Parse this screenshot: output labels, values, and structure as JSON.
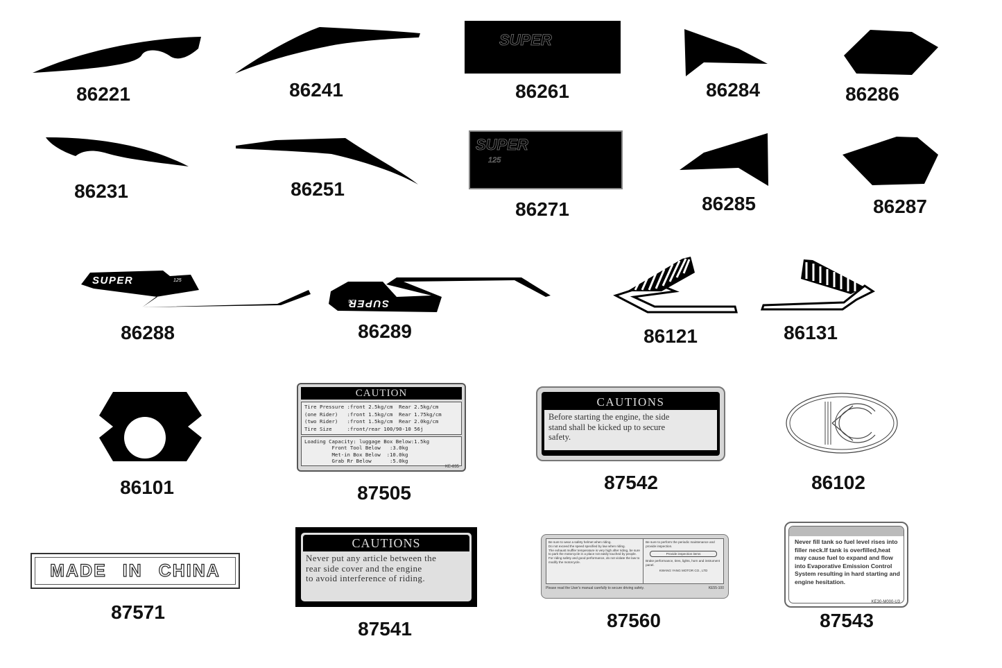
{
  "parts": {
    "p86221": "86221",
    "p86241": "86241",
    "p86261": "86261",
    "p86284": "86284",
    "p86286": "86286",
    "p86231": "86231",
    "p86251": "86251",
    "p86271": "86271",
    "p86285": "86285",
    "p86287": "86287",
    "p86288": "86288",
    "p86289": "86289",
    "p86121": "86121",
    "p86131": "86131",
    "p86101": "86101",
    "p87505": "87505",
    "p87542": "87542",
    "p86102": "86102",
    "p87571": "87571",
    "p87541": "87541",
    "p87560": "87560",
    "p87543": "87543"
  },
  "decals": {
    "super_text": "SUPER",
    "size_text": "125"
  },
  "label_87505": {
    "title": "CAUTION",
    "rows": [
      "Tire Pressure :front 2.5kg/cm  Rear 2.5kg/cm",
      "(one Rider)   :front 1.5kg/cm  Rear 1.75kg/cm",
      "(two Rider)   :front 1.5kg/cm  Rear 2.0kg/cm",
      "Tire Size     :front/rear 100/90-10 56j"
    ],
    "load_rows": [
      "Loading Capacity: luggage Box Below:1.5kg",
      "         Front Tool Below   :3.0kg",
      "         Met-in Box Below  :10.0kg",
      "         Grab Rr Below      :5.0kg"
    ],
    "code": "KE-835"
  },
  "label_87542": {
    "title": "CAUTIONS",
    "lines": [
      "Before starting the engine, the side",
      "stand shall be kicked up to secure",
      "safety."
    ]
  },
  "label_87541": {
    "title": "CAUTIONS",
    "lines": [
      "Never put any article between the",
      "rear side cover and the engine",
      "to avoid interference of riding."
    ]
  },
  "label_87571": {
    "text": "MADE IN CHINA"
  },
  "label_87560": {
    "left_lines": [
      "Be sure to wear a safety helmet when riding.",
      "Do not exceed the speed specified by law when riding.",
      "The exhaust muffler temperature is very high after riding, be sure to park the motorcycle in a place not easily touched by people.",
      "For riding safety and good performance, do not violate the law to modify the motorcycle."
    ],
    "right_lines": [
      "Be sure to perform the periodic maintenance and provide inspection.",
      "Provide inspection items",
      "Brake performance, tires, lights, horn and instrument panel."
    ],
    "company": "KWANG YANG MOTOR CO., LTD",
    "footer": "Please read the User's manual carefully to secure driving safety.",
    "code": "KE55-100"
  },
  "label_87543": {
    "lines": [
      "Never fill tank so fuel level rises into",
      "filler neck.If tank is overfilled,heat",
      "may cause fuel to expand and flow",
      "into Evaporative Emission Control",
      "System resulting in hard starting and",
      "engine hesitation."
    ],
    "code": "KE30-M000-U3"
  },
  "colors": {
    "decal": "#000000",
    "label_bg": "#dcdcdc",
    "label_border": "#666666"
  }
}
